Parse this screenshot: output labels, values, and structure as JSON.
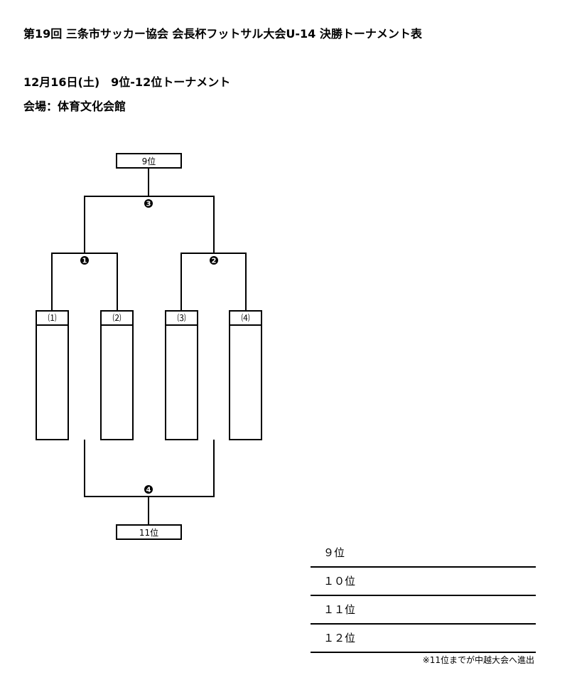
{
  "header": {
    "title": "第19回 三条市サッカー協会 会長杯フットサル大会U-14 決勝トーナメント表",
    "subtitle": "12月16日(土)　9位-12位トーナメント",
    "venue": "会場：体育文化会館"
  },
  "bracket": {
    "top_place": "9位",
    "bottom_place": "11位",
    "matches": [
      "1",
      "2",
      "3",
      "4"
    ],
    "teams": [
      "⑴",
      "⑵",
      "⑶",
      "⑷"
    ]
  },
  "results": {
    "rows": [
      {
        "label": "９位"
      },
      {
        "label": "１０位"
      },
      {
        "label": "１１位"
      },
      {
        "label": "１２位"
      }
    ],
    "note": "※11位までが中越大会へ進出"
  }
}
